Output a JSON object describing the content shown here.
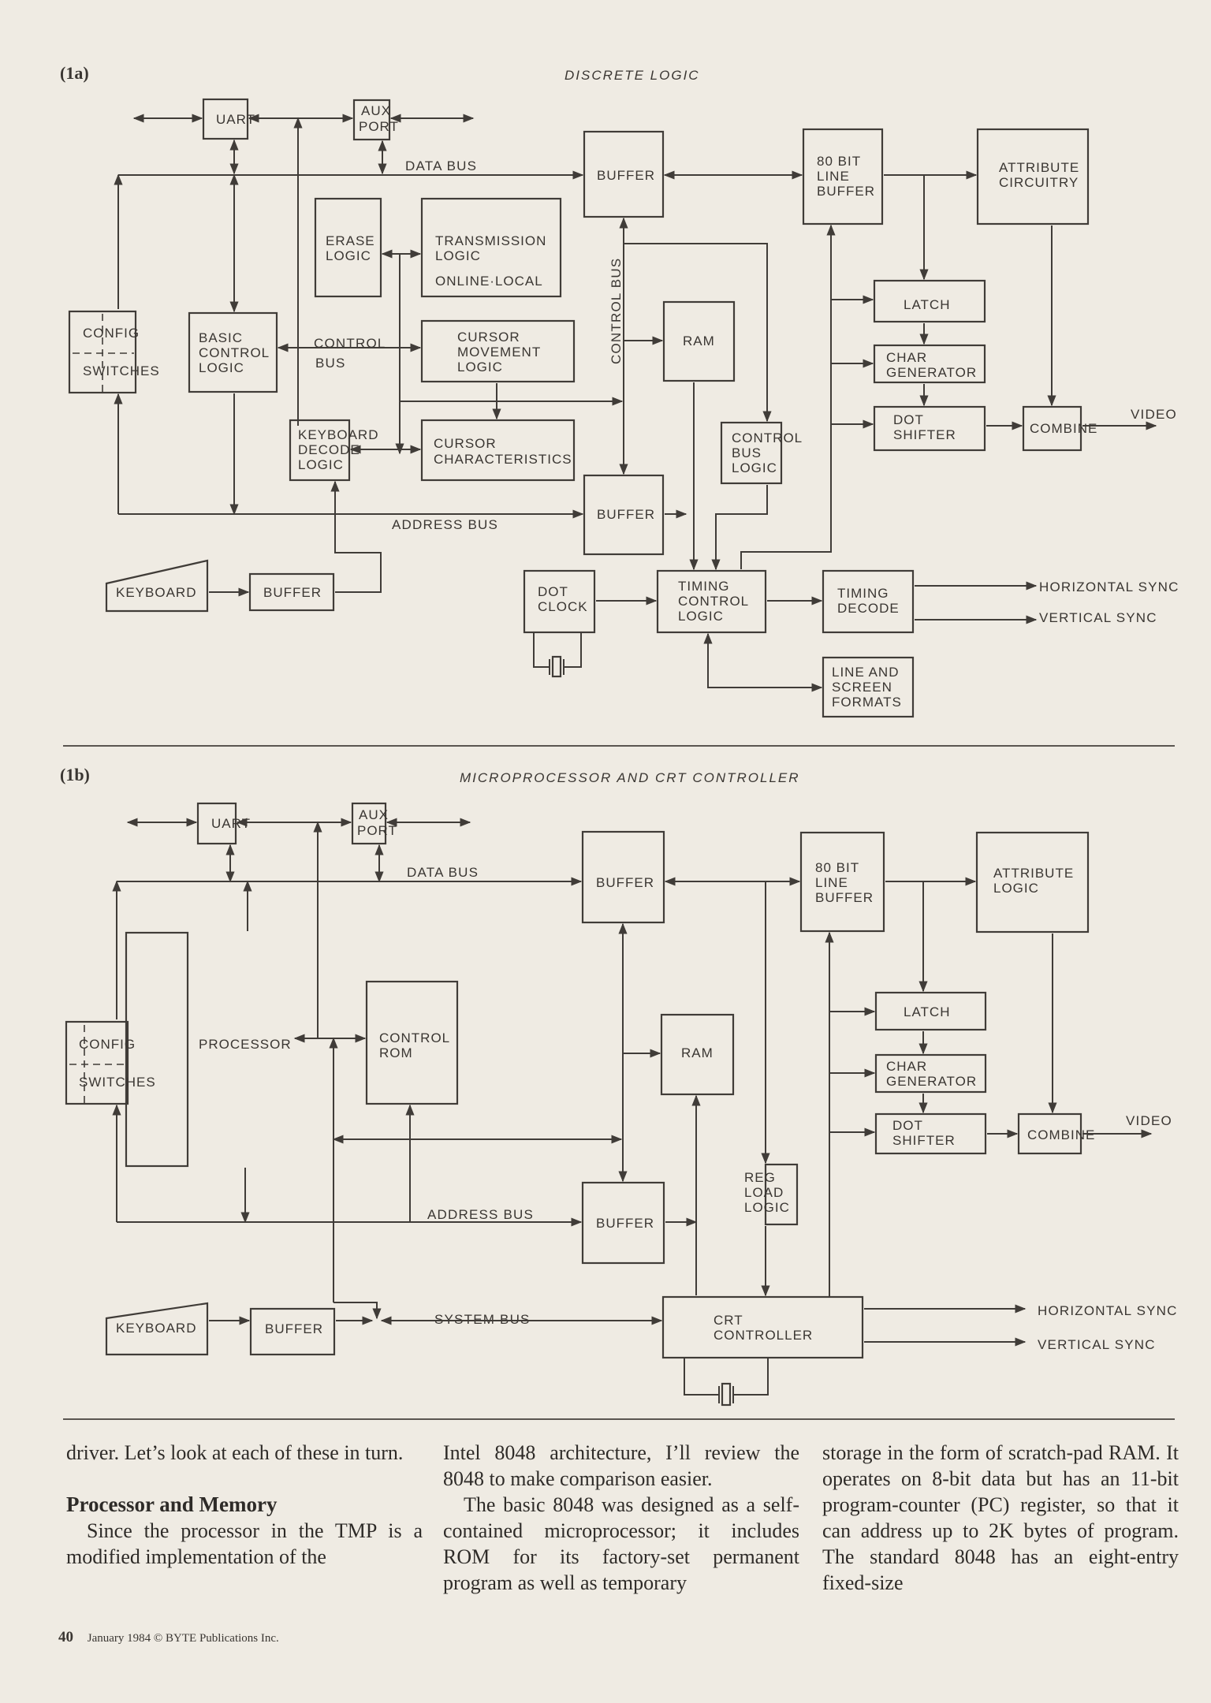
{
  "figure_a": {
    "tag": "(1a)",
    "title": "DISCRETE LOGIC",
    "blocks": {
      "uart": [
        "UART"
      ],
      "aux_port": [
        "AUX",
        "PORT"
      ],
      "buffer_data": [
        "BUFFER"
      ],
      "line_buffer": [
        "80 BIT",
        "LINE",
        "BUFFER"
      ],
      "attribute": [
        "ATTRIBUTE",
        "CIRCUITRY"
      ],
      "erase": [
        "ERASE",
        "LOGIC"
      ],
      "transmission": [
        "TRANSMISSION",
        "LOGIC",
        "ONLINE·LOCAL"
      ],
      "config_top": [
        "CONFIG"
      ],
      "config_bottom": [
        "SWITCHES"
      ],
      "basic_control": [
        "BASIC",
        "CONTROL",
        "LOGIC"
      ],
      "cursor_movement": [
        "CURSOR",
        "MOVEMENT",
        "LOGIC"
      ],
      "ram": [
        "RAM"
      ],
      "latch": [
        "LATCH"
      ],
      "char_gen": [
        "CHAR",
        "GENERATOR"
      ],
      "dot_shifter": [
        "DOT",
        "SHIFTER"
      ],
      "combine": [
        "COMBINE"
      ],
      "keyboard_decode": [
        "KEYBOARD",
        "DECODE",
        "LOGIC"
      ],
      "cursor_char": [
        "CURSOR",
        "CHARACTERISTICS"
      ],
      "control_bus_logic": [
        "CONTROL",
        "BUS",
        "LOGIC"
      ],
      "buffer_addr": [
        "BUFFER"
      ],
      "keyboard": [
        "KEYBOARD"
      ],
      "buffer_kbd": [
        "BUFFER"
      ],
      "dot_clock": [
        "DOT",
        "CLOCK"
      ],
      "timing_control": [
        "TIMING",
        "CONTROL",
        "LOGIC"
      ],
      "timing_decode": [
        "TIMING",
        "DECODE"
      ],
      "line_screen": [
        "LINE AND",
        "SCREEN",
        "FORMATS"
      ]
    },
    "labels": {
      "data_bus": "DATA BUS",
      "control_bus": "CONTROL",
      "control_bus_2": "BUS",
      "control_bus_vertical": "CONTROL   BUS",
      "address_bus": "ADDRESS BUS",
      "video": "VIDEO",
      "hsync": "HORIZONTAL SYNC",
      "vsync": "VERTICAL SYNC"
    }
  },
  "figure_b": {
    "tag": "(1b)",
    "title": "MICROPROCESSOR AND CRT CONTROLLER",
    "blocks": {
      "uart": [
        "UART"
      ],
      "aux_port": [
        "AUX",
        "PORT"
      ],
      "buffer_data": [
        "BUFFER"
      ],
      "line_buffer": [
        "80 BIT",
        "LINE",
        "BUFFER"
      ],
      "attribute": [
        "ATTRIBUTE",
        "LOGIC"
      ],
      "config_top": [
        "CONFIG"
      ],
      "config_bottom": [
        "SWITCHES"
      ],
      "processor": [
        "PROCESSOR"
      ],
      "control_rom": [
        "CONTROL",
        "ROM"
      ],
      "ram": [
        "RAM"
      ],
      "latch": [
        "LATCH"
      ],
      "char_gen": [
        "CHAR",
        "GENERATOR"
      ],
      "dot_shifter": [
        "DOT",
        "SHIFTER"
      ],
      "combine": [
        "COMBINE"
      ],
      "reg_load": [
        "REG",
        "LOAD",
        "LOGIC"
      ],
      "buffer_addr": [
        "BUFFER"
      ],
      "keyboard": [
        "KEYBOARD"
      ],
      "buffer_kbd": [
        "BUFFER"
      ],
      "crt_controller": [
        "CRT",
        "CONTROLLER"
      ]
    },
    "labels": {
      "data_bus": "DATA BUS",
      "address_bus": "ADDRESS BUS",
      "system_bus": "SYSTEM BUS",
      "video": "VIDEO",
      "hsync": "HORIZONTAL SYNC",
      "vsync": "VERTICAL SYNC"
    }
  },
  "article": {
    "col1": {
      "p1": "driver. Let’s look at each of these in turn.",
      "heading": "Processor and Memory",
      "p2": "Since the processor in the TMP is a modified implementation of the"
    },
    "col2": {
      "p1": "Intel 8048 architecture, I’ll review the 8048 to make comparison easier.",
      "p2": "The basic 8048 was designed as a self-contained microprocessor; it includes ROM for its factory-set permanent program as well as temporary"
    },
    "col3": {
      "p1": "storage in the form of scratch-pad RAM. It operates on 8-bit data but has an 11-bit program-counter (PC) register, so that it can address up to 2K bytes of program. The standard 8048 has an eight-entry fixed-size"
    }
  },
  "footer": {
    "page": "40",
    "credit": "January 1984 © BYTE Publications Inc."
  }
}
